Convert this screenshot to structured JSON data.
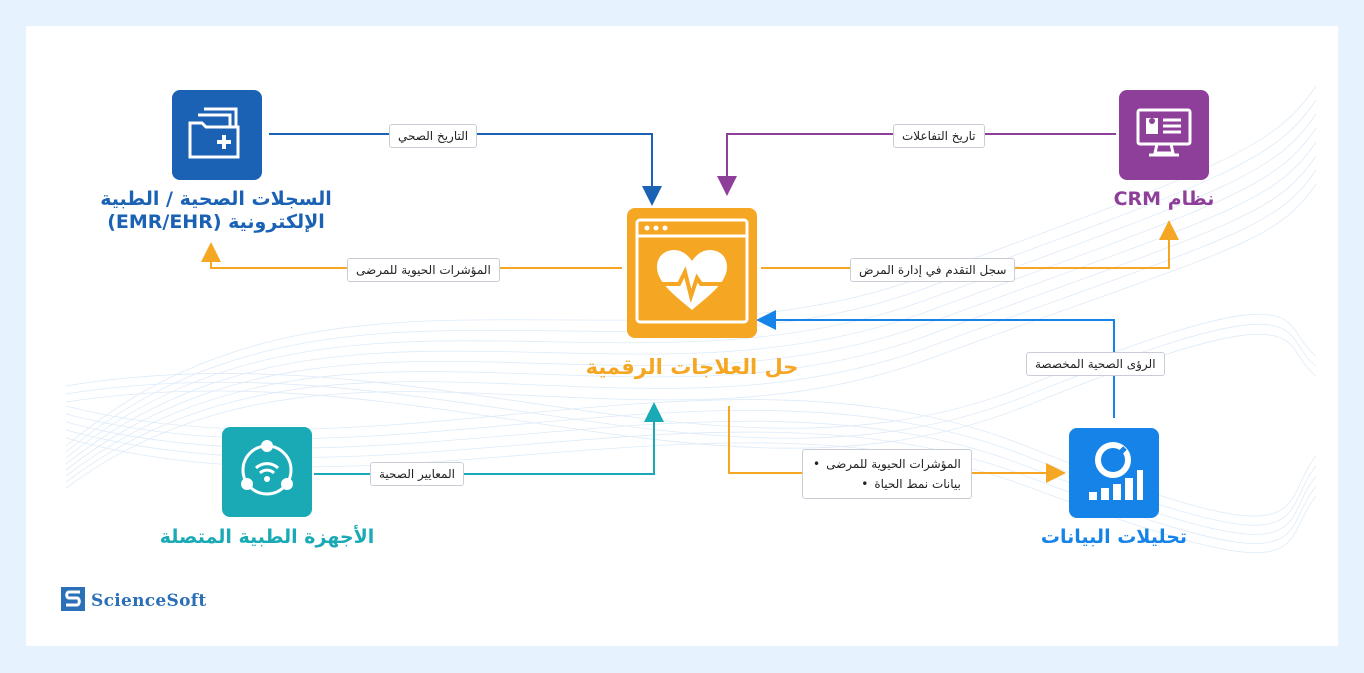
{
  "colors": {
    "background": "#e6f2fd",
    "emr_blue": "#1b61b4",
    "crm_purple": "#8e3f99",
    "center_orange": "#f5a623",
    "devices_teal": "#19aab5",
    "analytics_blue": "#1583e8"
  },
  "nodes": {
    "emr": {
      "icon": "folder-plus-icon",
      "title_line1": "السجلات الصحية / الطبية",
      "title_line2": "الإلكترونية (EMR/EHR)"
    },
    "crm": {
      "icon": "monitor-profile-icon",
      "title": "نظام CRM"
    },
    "center": {
      "icon": "heart-pulse-window-icon",
      "title": "حل العلاجات الرقمية"
    },
    "devices": {
      "icon": "wifi-network-icon",
      "title": "الأجهزة الطبية المتصلة"
    },
    "analytics": {
      "icon": "analytics-chart-icon",
      "title": "تحليلات البيانات"
    }
  },
  "edges": {
    "emr_to_center": "التاريخ الصحي",
    "center_to_emr": "المؤشرات الحيوية للمرضى",
    "crm_to_center": "تاريخ التفاعلات",
    "center_to_crm": "سجل التقدم في إدارة المرض",
    "analytics_to_center": "الرؤى الصحية المخصصة",
    "devices_to_center": "المعايير الصحية",
    "center_to_analytics": [
      "المؤشرات الحيوية للمرضى",
      "بيانات نمط الحياة"
    ]
  },
  "logo": {
    "icon": "sciencesoft-logo-icon",
    "text": "ScienceSoft"
  }
}
